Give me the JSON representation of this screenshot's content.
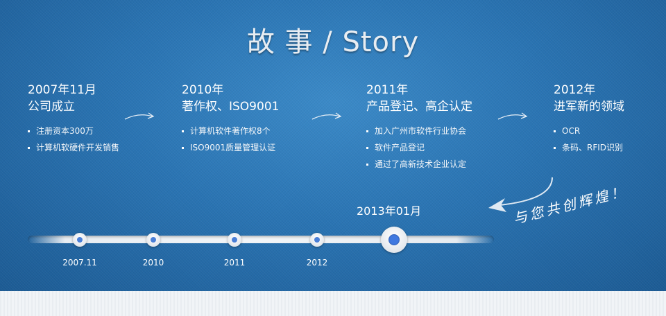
{
  "title": "故 事 / Story",
  "milestones": [
    {
      "date": "2007年11月",
      "heading": "公司成立",
      "items": [
        "注册资本300万",
        "计算机软硬件开发销售"
      ]
    },
    {
      "date": "2010年",
      "heading": "著作权、ISO9001",
      "items": [
        "计算机软件著作权8个",
        "ISO9001质量管理认证"
      ]
    },
    {
      "date": "2011年",
      "heading": "产品登记、高企认定",
      "items": [
        "加入广州市软件行业协会",
        "软件产品登记",
        "通过了高新技术企业认定"
      ]
    },
    {
      "date": "2012年",
      "heading": "进军新的领域",
      "items": [
        "OCR",
        "条码、RFID识别"
      ]
    }
  ],
  "timeline": {
    "labels": [
      "2007.11",
      "2010",
      "2011",
      "2012"
    ],
    "current": "2013年01月"
  },
  "slogan": "与您共创辉煌！"
}
